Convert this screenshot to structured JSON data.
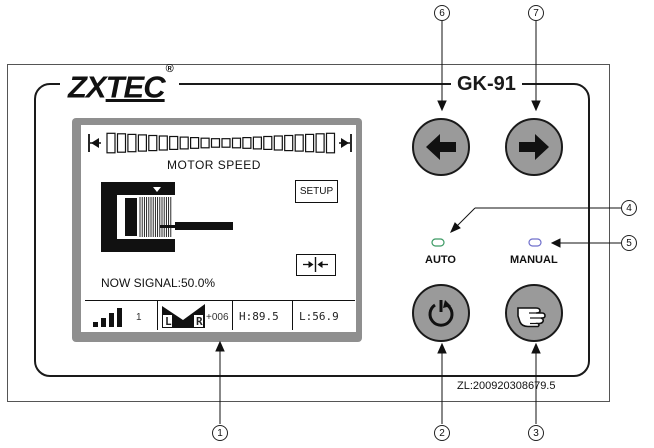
{
  "brand": {
    "name_plain": "ZX",
    "name_underlined": "TEC",
    "mark": "®"
  },
  "model": "GK-91",
  "serial": "ZL:200920308679.5",
  "lcd": {
    "motor_speed_label": "MOTOR SPEED",
    "signal_text": "NOW SIGNAL:50.0%",
    "setup_label": "SETUP",
    "status": {
      "signal_level_num": "1",
      "mode_left": "L",
      "mode_right": "R",
      "offset": "+006",
      "high": "H:89.5",
      "low": "L:56.9"
    }
  },
  "buttons": {
    "auto_label": "AUTO",
    "manual_label": "MANUAL"
  },
  "led_colors": {
    "auto": "#3c9a64",
    "manual": "#7070cc"
  },
  "callouts": [
    "1",
    "2",
    "3",
    "4",
    "5",
    "6",
    "7"
  ],
  "icons": [
    "left-arrow-icon",
    "right-arrow-icon",
    "power-cycle-icon",
    "pointing-hand-icon",
    "split-arrows-icon",
    "signal-bars-icon"
  ]
}
